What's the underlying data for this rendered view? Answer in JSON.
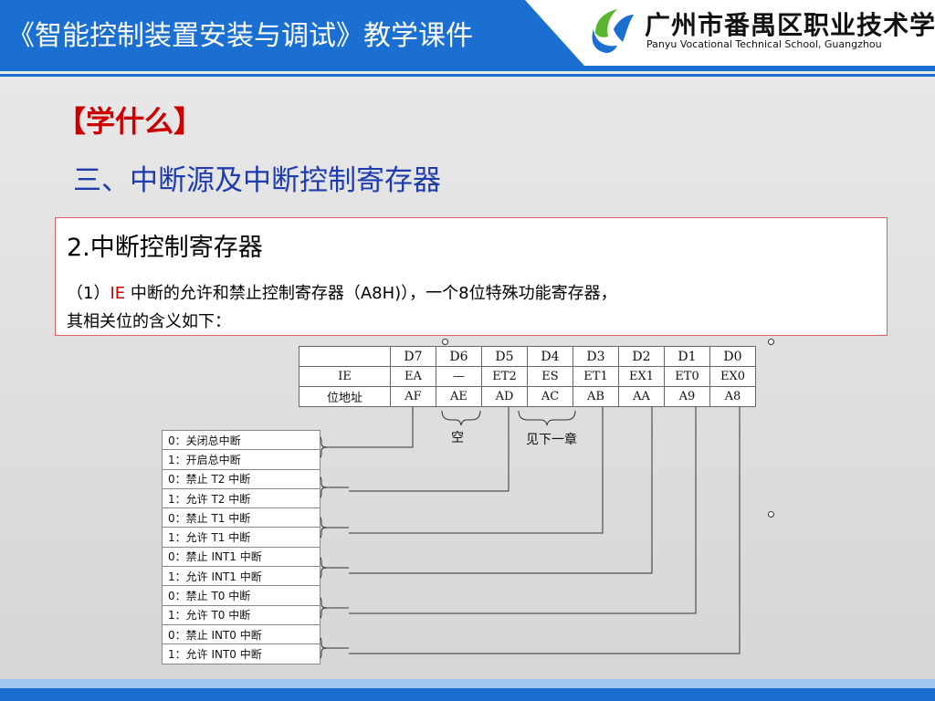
{
  "header": {
    "title": "《智能控制装置安装与调试》教学课件",
    "school_cn": "广州市番禺区职业技术学校",
    "school_en": "Panyu Vocational Technical School, Guangzhou",
    "colors": {
      "band": "#1a6fd1",
      "logo_green": "#5cb531",
      "logo_blue": "#1a6fd1"
    }
  },
  "slide": {
    "learn_title": "【学什么】",
    "section_title": "三、中断源及中断控制寄存器",
    "box": {
      "heading": "2.中断控制寄存器",
      "line1_prefix": "（1）",
      "register": "IE",
      "line1_suffix": "  中断的允许和禁止控制寄存器（A8H)），一个8位特殊功能寄存器，",
      "line2": "其相关位的含义如下："
    }
  },
  "ie_table": {
    "header": [
      "",
      "D7",
      "D6",
      "D5",
      "D4",
      "D3",
      "D2",
      "D1",
      "D0"
    ],
    "names": [
      "IE",
      "EA",
      "—",
      "ET2",
      "ES",
      "ET1",
      "EX1",
      "ET0",
      "EX0"
    ],
    "addresses": [
      "位地址",
      "AF",
      "AE",
      "AD",
      "AC",
      "AB",
      "AA",
      "A9",
      "A8"
    ]
  },
  "labels": {
    "empty": "空",
    "see_next": "见下一章"
  },
  "legend": [
    "0：关闭总中断",
    "1：开启总中断",
    "0：禁止 T2 中断",
    "1：允许 T2 中断",
    "0：禁止 T1 中断",
    "1：允许 T1 中断",
    "0：禁止 INT1 中断",
    "1：允许 INT1 中断",
    "0：禁止 T0 中断",
    "1：允许 T0 中断",
    "0：禁止 INT0 中断",
    "1：允许 INT0 中断"
  ]
}
